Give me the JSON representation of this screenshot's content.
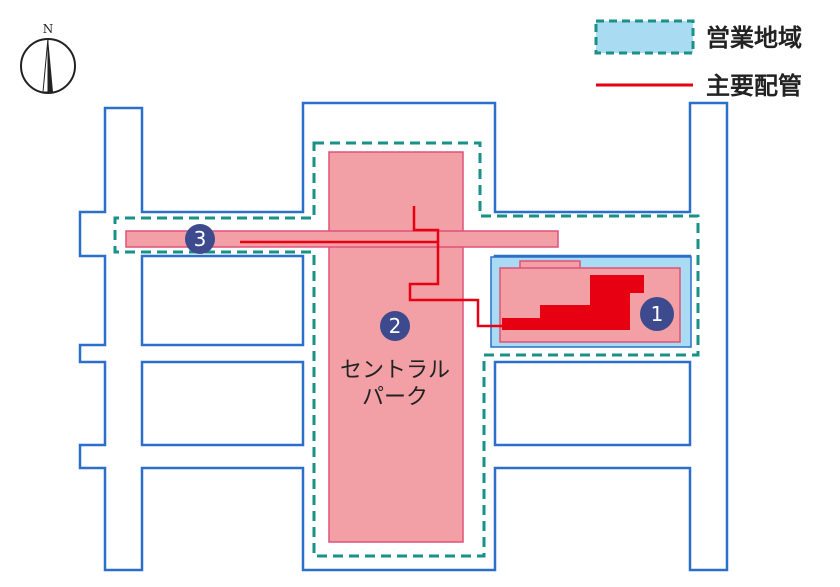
{
  "compass": {
    "label": "N",
    "icon": "north-arrow-icon"
  },
  "legend": {
    "business_area": {
      "label": "営業地域",
      "fill": "#a9dcf2",
      "border": "#1a9187"
    },
    "main_pipe": {
      "label": "主要配管",
      "color": "#e60012"
    }
  },
  "areas": [
    {
      "id": "1",
      "label": "1"
    },
    {
      "id": "2",
      "label": "2",
      "name_line1": "セントラル",
      "name_line2": "パーク"
    },
    {
      "id": "3",
      "label": "3"
    }
  ],
  "colors": {
    "road_outline": "#2a6fc9",
    "site_fill": "#f2a0a5",
    "site_border": "#e0507a",
    "pipe": "#e60012",
    "plant_fill": "#e60012",
    "badge": "#3d4a8e"
  }
}
